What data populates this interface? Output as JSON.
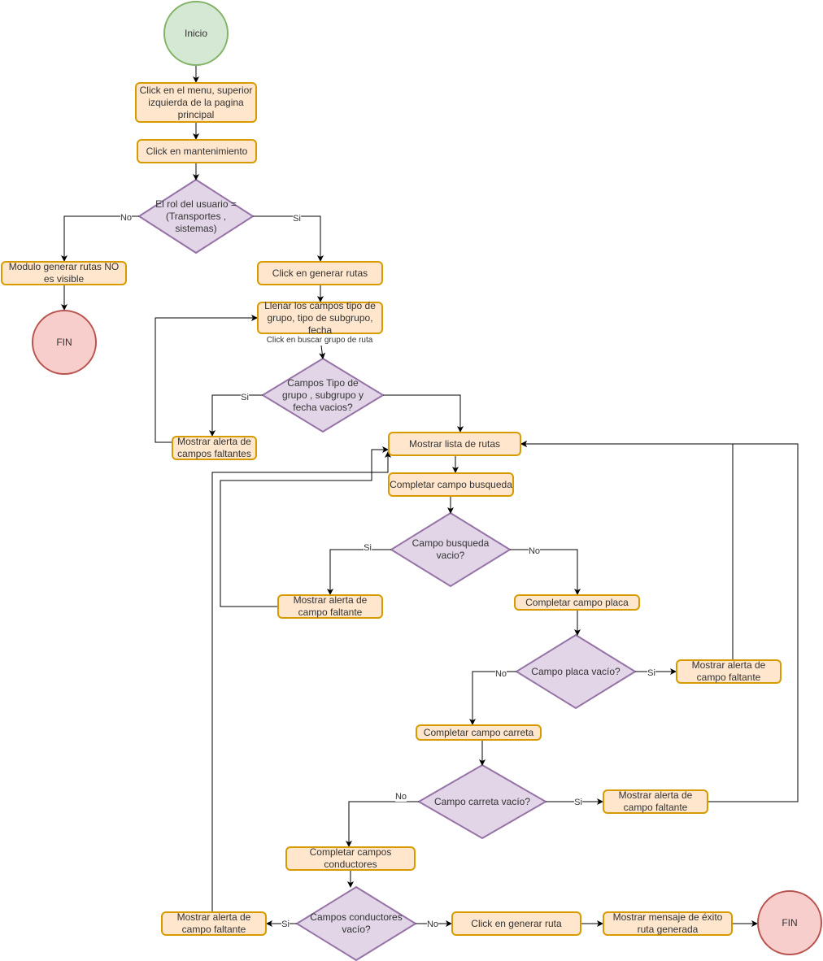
{
  "nodes": {
    "inicio": "Inicio",
    "menu": "Click en el menu, superior izquierda de la pagina principal",
    "mant": "Click en mantenimiento",
    "rol": "El rol del usuario = (Transportes , sistemas)",
    "novisible": "Modulo generar rutas NO es visible",
    "fin1": "FIN",
    "genrutas": "Click en generar rutas",
    "llenar": "Llenar los campos tipo de grupo, tipo de subgrupo, fecha",
    "vacios": "Campos Tipo de grupo , subgrupo y fecha vacios?",
    "alerta1": "Mostrar alerta de campos faltantes",
    "lista": "Mostrar lista de rutas",
    "busq": "Completar campo busqueda",
    "busqvac": "Campo busqueda vacio?",
    "alerta2": "Mostrar alerta de campo faltante",
    "placa": "Completar campo placa",
    "placavac": "Campo placa vacío?",
    "alerta3": "Mostrar alerta de campo faltante",
    "carreta": "Completar campo carreta",
    "carretavac": "Campo carreta vacío?",
    "alerta4": "Mostrar alerta de campo faltante",
    "cond": "Completar campos conductores",
    "condvac": "Campos conductores vacío?",
    "alerta5": "Mostrar alerta de campo faltante",
    "genruta": "Click en generar ruta",
    "exito": "Mostrar mensaje de éxito ruta generada",
    "fin2": "FIN"
  },
  "edge_labels": {
    "rol_no": "No",
    "rol_si": "Si",
    "buscar": "Click en buscar grupo de ruta",
    "vacios_si": "Si",
    "busq_si": "Si",
    "busq_no": "No",
    "placa_no": "No",
    "placa_si": "Si",
    "carreta_no": "No",
    "carreta_si": "Si",
    "cond_si": "Si",
    "cond_no": "No"
  }
}
